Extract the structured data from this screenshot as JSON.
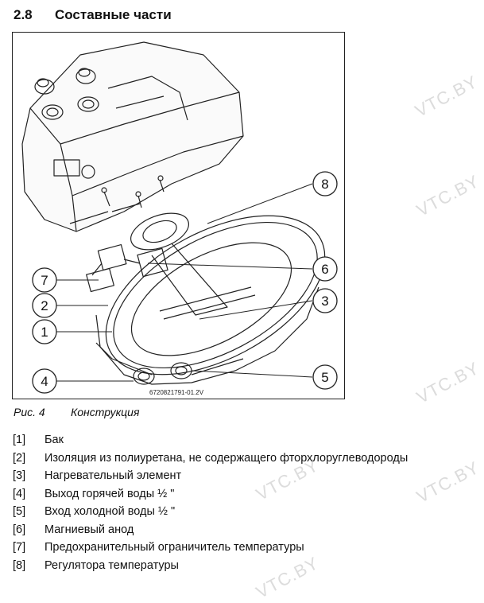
{
  "section": {
    "number": "2.8",
    "title": "Составные части"
  },
  "figure": {
    "code": "6720821791-01.2V",
    "callouts": [
      "8",
      "7",
      "6",
      "2",
      "3",
      "1",
      "4",
      "5"
    ],
    "caption_label": "Рис. 4",
    "caption_title": "Конструкция"
  },
  "legend": [
    {
      "idx": "[1]",
      "text": "Бак"
    },
    {
      "idx": "[2]",
      "text": "Изоляция из полиуретана, не содержащего фторхлоруглеводороды"
    },
    {
      "idx": "[3]",
      "text": "Нагревательный элемент"
    },
    {
      "idx": "[4]",
      "text": "Выход горячей воды ½ \""
    },
    {
      "idx": "[5]",
      "text": "Вход холодной воды ½ \""
    },
    {
      "idx": "[6]",
      "text": "Магниевый анод"
    },
    {
      "idx": "[7]",
      "text": "Предохранительный ограничитель температуры"
    },
    {
      "idx": "[8]",
      "text": "Регулятора температуры"
    }
  ],
  "watermark": {
    "text": "VTC.BY"
  },
  "colors": {
    "line": "#222222",
    "watermark": "#dcdcdc"
  }
}
